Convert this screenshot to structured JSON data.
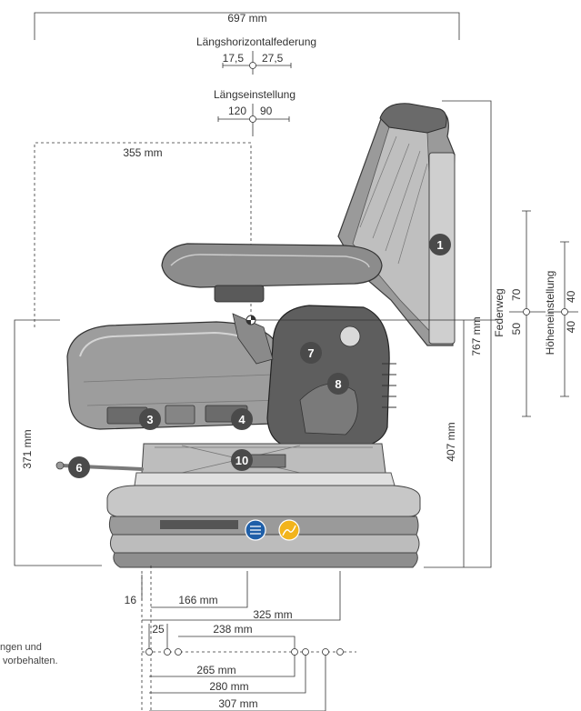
{
  "dimensions": {
    "total_width": "697 mm",
    "fore_aft_isolator_title": "Längshorizontalfederung",
    "fore_aft_isolator_left": "17,5",
    "fore_aft_isolator_right": "27,5",
    "fore_aft_adjust_title": "Längseinstellung",
    "fore_aft_adjust_left": "120",
    "fore_aft_adjust_right": "90",
    "depth_355": "355 mm",
    "height_767": "767 mm",
    "height_407": "407 mm",
    "height_371": "371 mm",
    "suspension_title": "Federweg",
    "suspension_low": "50",
    "suspension_high": "70",
    "height_adjust_title": "Höheneinstellung",
    "height_adjust_low": "40",
    "height_adjust_high": "40",
    "offset_16": "16",
    "base_166": "166 mm",
    "base_325": "325 mm",
    "rail_25": "25",
    "rail_238": "238 mm",
    "rail_265": "265 mm",
    "rail_280": "280 mm",
    "rail_307": "307 mm"
  },
  "badges": [
    "1",
    "3",
    "4",
    "6",
    "7",
    "8",
    "10"
  ],
  "footnote": [
    "ngen und",
    " vorbehalten."
  ],
  "colors": {
    "badge": "#4a4a4a",
    "air_suspension_icon": "#1f5fa8",
    "heating_icon": "#f2b41c",
    "seat_dark": "#555555"
  }
}
